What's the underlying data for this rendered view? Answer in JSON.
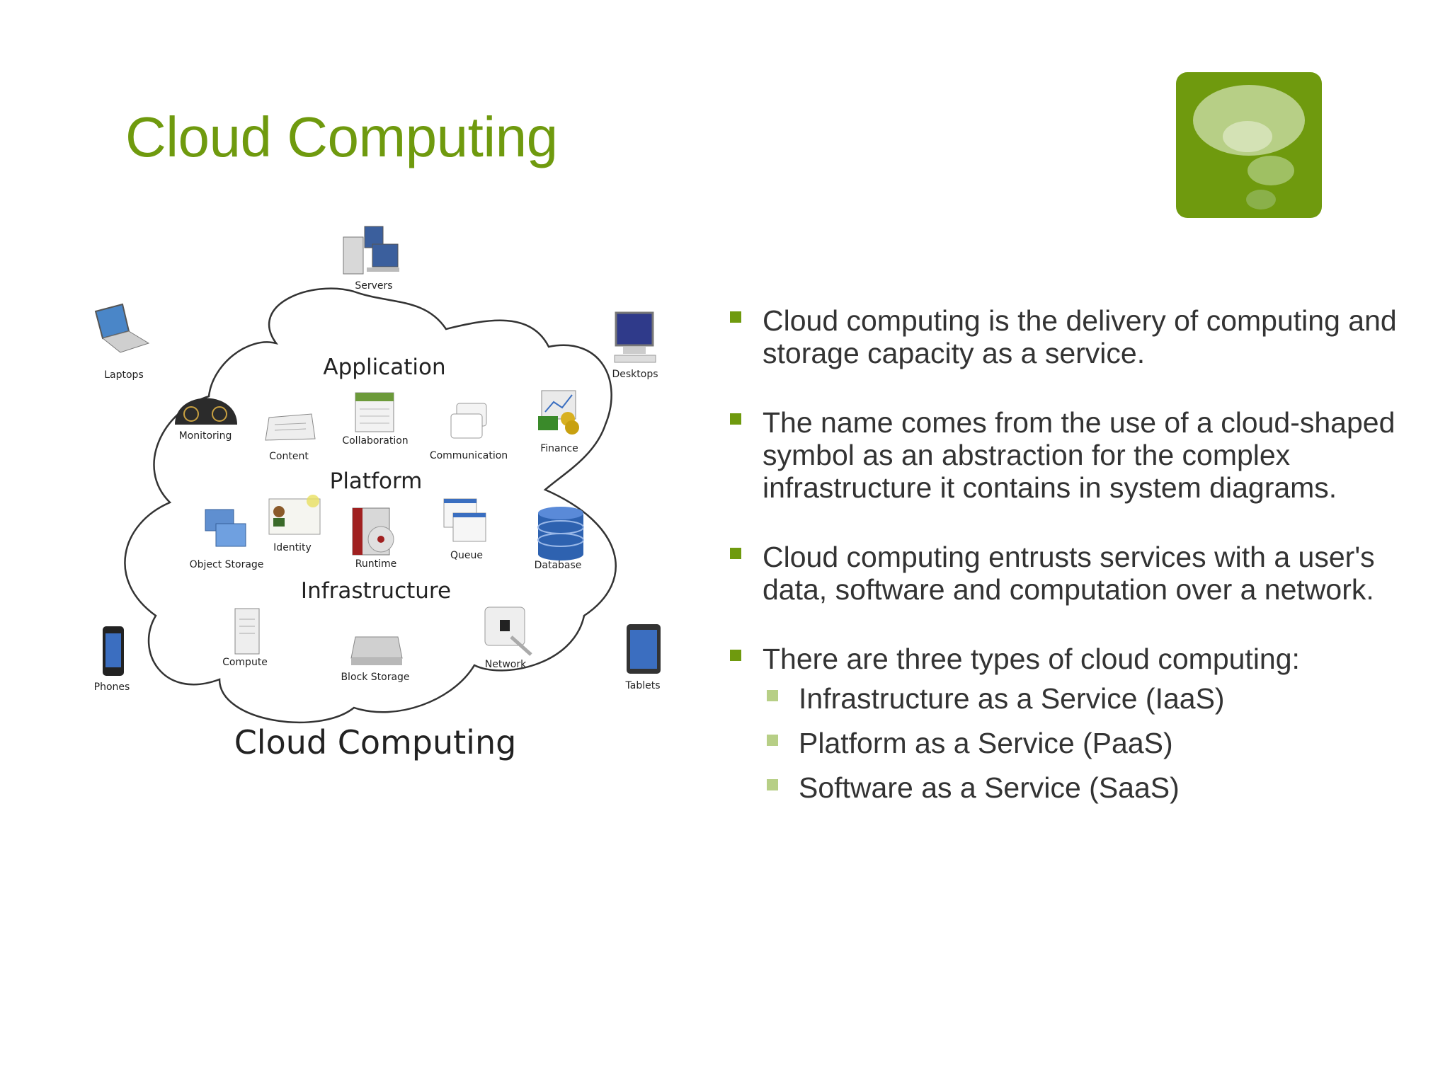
{
  "slide": {
    "title": "Cloud Computing"
  },
  "logo": {
    "icon": "thought-bubble-logo-icon",
    "color": "#6f9a0e"
  },
  "figure": {
    "caption": "Cloud Computing",
    "layers": {
      "application": "Application",
      "platform": "Platform",
      "infrastructure": "Infrastructure"
    },
    "devices": {
      "servers": "Servers",
      "laptops": "Laptops",
      "desktops": "Desktops",
      "phones": "Phones",
      "tablets": "Tablets"
    },
    "application_items": {
      "monitoring": "Monitoring",
      "content": "Content",
      "collaboration": "Collaboration",
      "communication": "Communication",
      "finance": "Finance"
    },
    "platform_items": {
      "object_storage": "Object Storage",
      "identity": "Identity",
      "runtime": "Runtime",
      "queue": "Queue",
      "database": "Database"
    },
    "infrastructure_items": {
      "compute": "Compute",
      "block_storage": "Block Storage",
      "network": "Network"
    }
  },
  "bullets": [
    "Cloud computing is the delivery of computing and storage capacity as a service.",
    "The name comes from the use of a cloud-shaped symbol as an abstraction for the complex infrastructure it contains in system diagrams.",
    "Cloud computing entrusts services with a user's data, software and computation over a network.",
    "There are three types of cloud computing:"
  ],
  "sub_bullets": [
    "Infrastructure as a Service (IaaS)",
    "Platform as a Service (PaaS)",
    "Software as a Service (SaaS)"
  ]
}
